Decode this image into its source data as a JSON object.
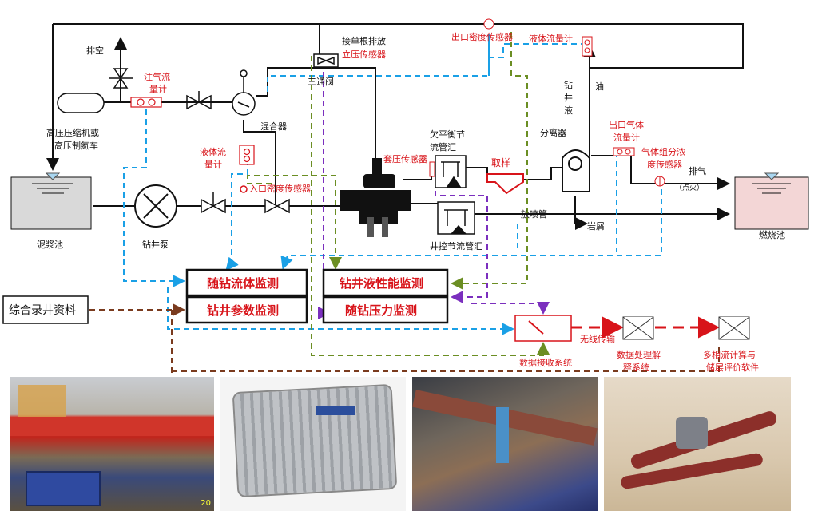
{
  "labels": {
    "pai_kong": "排空",
    "compressor": "高压压缩机或高压制氮车",
    "compressor_l1": "高压压缩机或",
    "compressor_l2": "高压制氮车",
    "gas_flow_meter_l1": "注气流",
    "gas_flow_meter_l2": "量计",
    "mixer": "混合器",
    "three_way": "三通阀",
    "single_discharge": "接单根排放",
    "standpipe_sensor": "立压传感器",
    "outlet_density": "出口密度传感器",
    "liquid_flow_out": "液体流量计",
    "drill_fluid_v1": "钻",
    "drill_fluid_v2": "井",
    "drill_fluid_v3": "液",
    "oil": "油",
    "separator": "分离器",
    "underbalance_l1": "欠平衡节",
    "underbalance_l2": "流管汇",
    "casing_sensor": "套压传感器",
    "sampling": "取样",
    "outlet_gas_l1": "出口气体",
    "outlet_gas_l2": "流量计",
    "gas_comp_l1": "气体组分浓",
    "gas_comp_l2": "度传感器",
    "exhaust": "排气",
    "ignite": "（点火）",
    "mud_pit": "泥浆池",
    "pump": "钻井泵",
    "liquid_flow_in_l1": "液体流",
    "liquid_flow_in_l2": "量计",
    "inlet_density": "入口密度传感器",
    "blowout_pipe": "放喷管",
    "cuttings": "岩屑",
    "wellcontrol_manifold": "井控节流管汇",
    "burn_pit": "燃烧池",
    "logging_data": "综合录井资料",
    "box_fluid": "随钻流体监测",
    "box_params": "钻井参数监测",
    "box_performance": "钻井液性能监测",
    "box_pressure": "随钻压力监测",
    "wireless": "无线传输",
    "receiver": "数据接收系统",
    "processing_l1": "数据处理解",
    "processing_l2": "释系统",
    "multiphase_l1": "多相流计算与",
    "multiphase_l2": "储层评价软件"
  },
  "photo_caption": "20",
  "colors": {
    "red": "#d8141a",
    "blue": "#1aa0e6",
    "green": "#6b8e23",
    "purple": "#7b2fbe",
    "brown": "#7a3b1e"
  }
}
